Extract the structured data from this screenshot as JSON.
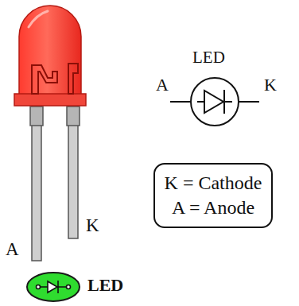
{
  "diagram": {
    "nodes": [
      {
        "text": [
          "K = Cathode",
          "A = Anode"
        ]
      }
    ],
    "labels": [
      "LED",
      "A",
      "K",
      "K",
      "A",
      "LED"
    ]
  }
}
